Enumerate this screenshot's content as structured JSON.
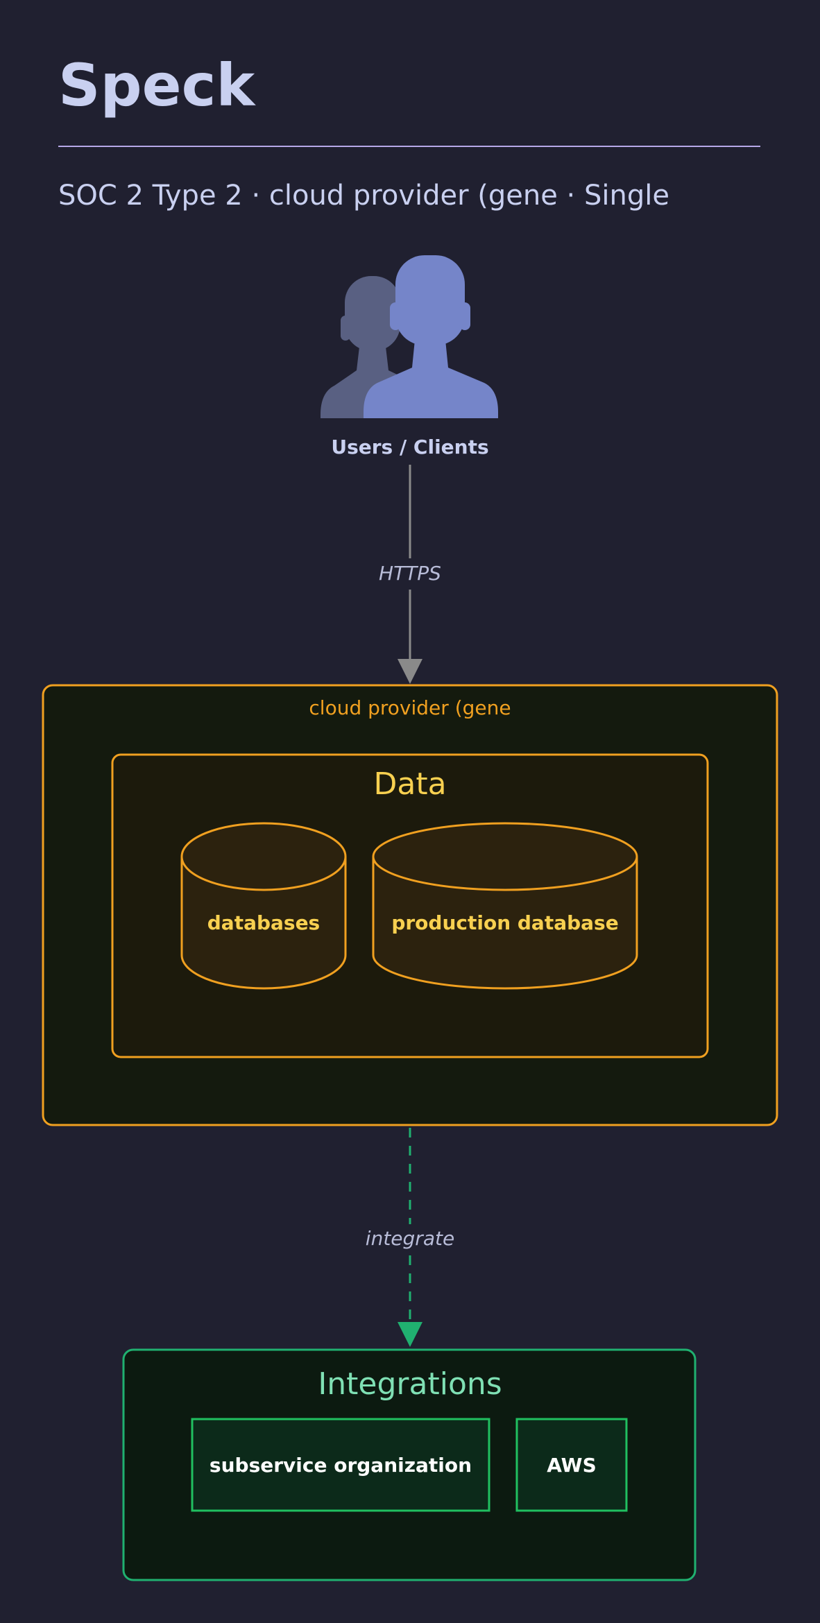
{
  "header": {
    "title": "Speck",
    "subtitle": "SOC 2 Type 2 · cloud provider (gene · Single"
  },
  "actor": {
    "label": "Users / Clients",
    "icon": "users-icon"
  },
  "edges": {
    "https_label": "HTTPS",
    "integrate_label": "integrate"
  },
  "cloud_group": {
    "label": "cloud provider (gene",
    "data_group": {
      "title": "Data",
      "databases": [
        {
          "label": "databases",
          "icon": "database-icon"
        },
        {
          "label": "production database",
          "icon": "database-icon"
        }
      ]
    }
  },
  "integrations": {
    "title": "Integrations",
    "items": [
      {
        "label": "subservice organization"
      },
      {
        "label": "AWS"
      }
    ]
  },
  "colors": {
    "background": "#202030",
    "title": "#c9d0f0",
    "rule": "#b7a8e8",
    "actor_back": "#596082",
    "actor_front": "#7585c9",
    "arrow": "#8a8a8a",
    "orange": "#f0a020",
    "yellow_text": "#f8d050",
    "green": "#20b070",
    "green_text": "#7fe0b4"
  }
}
